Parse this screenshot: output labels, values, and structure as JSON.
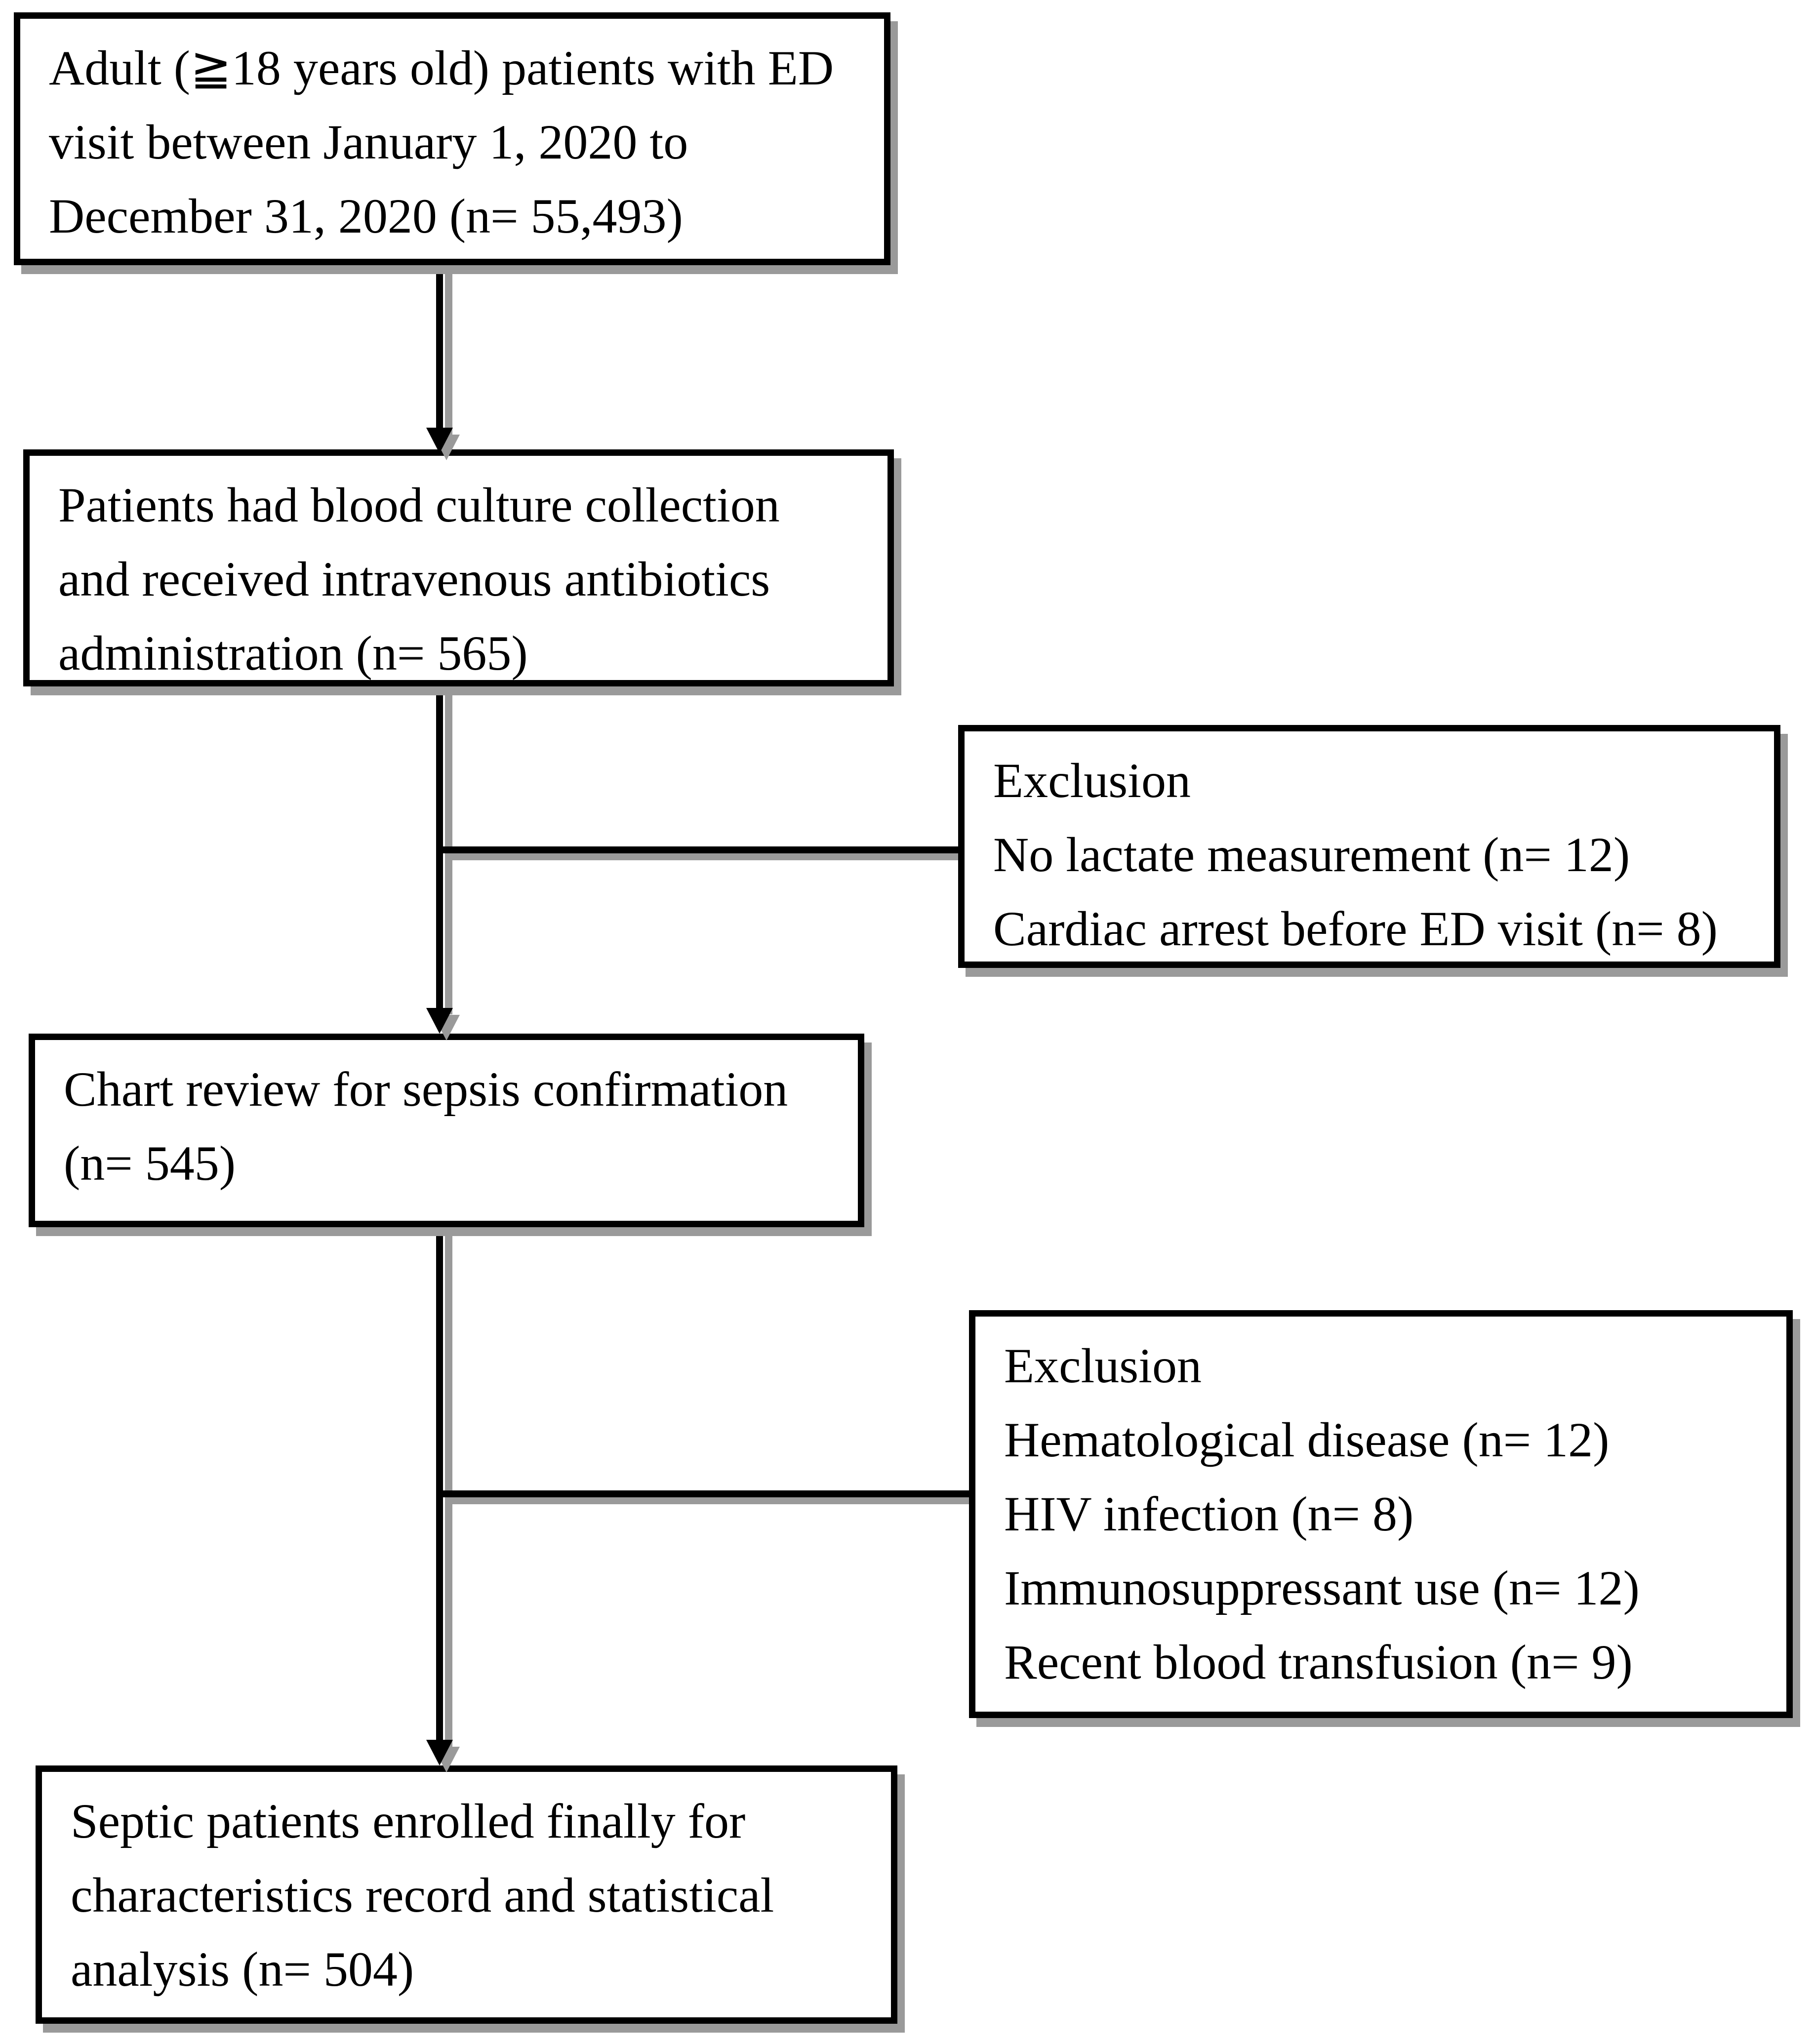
{
  "figure": {
    "type": "patient-flow-diagram",
    "colors": {
      "box_border": "#000000",
      "box_fill": "#ffffff",
      "text": "#000000",
      "shadow": "#9a9a9a"
    }
  },
  "boxes": {
    "eligibility": {
      "lines": [
        "Adult (≧18 years old) patients with ED",
        "visit between January 1, 2020 to",
        "December 31, 2020 (n= 55,493)"
      ]
    },
    "blood_culture": {
      "lines": [
        "Patients had blood culture collection",
        "and received intravenous antibiotics",
        "administration (n= 565)"
      ]
    },
    "exclusion1": {
      "lines": [
        "Exclusion",
        "No lactate measurement (n= 12)",
        "Cardiac arrest before ED visit (n= 8)"
      ]
    },
    "chart_review": {
      "lines": [
        "Chart review for sepsis confirmation",
        "(n= 545)"
      ]
    },
    "exclusion2": {
      "lines": [
        "Exclusion",
        "Hematological disease (n= 12)",
        "HIV infection (n= 8)",
        "Immunosuppressant use (n= 12)",
        "Recent blood transfusion (n= 9)"
      ]
    },
    "final_enrolled": {
      "lines": [
        "Septic patients enrolled finally for",
        "characteristics record and statistical",
        "analysis (n= 504)"
      ]
    }
  }
}
